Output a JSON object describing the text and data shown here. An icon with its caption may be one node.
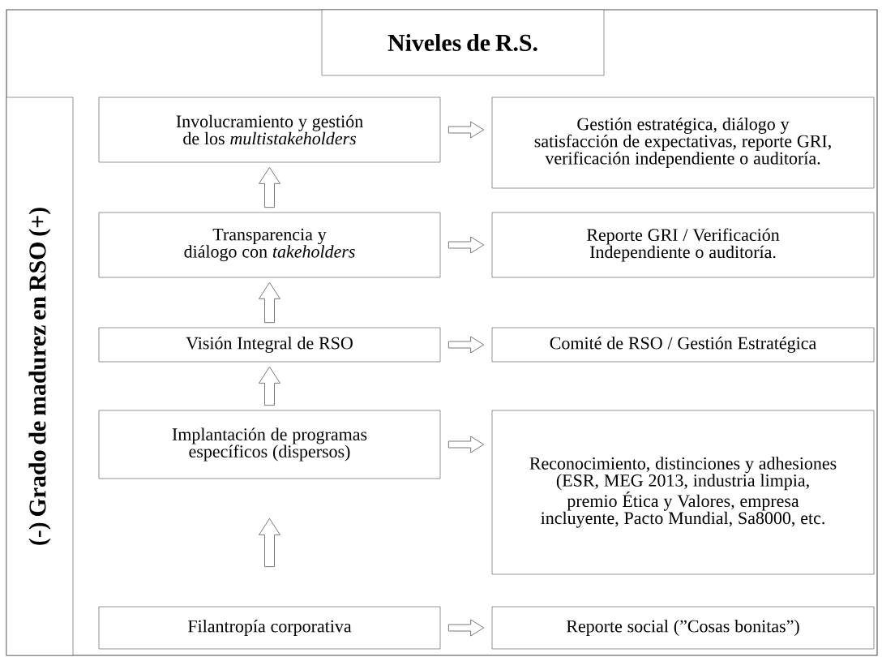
{
  "diagram": {
    "nodes": [
      {
        "text": [
          "Niveles de R.S."
        ]
      },
      {
        "text": [
          "(-) Grado de madurez en RSO (+)"
        ]
      },
      {
        "text": [
          "Involucramiento y gestión de los *multistakeholders*"
        ]
      },
      {
        "text": [
          "Gestión estratégica, diálogo y satisfacción de expectativas, reporte GRI, verificación independiente o auditoría."
        ]
      },
      {
        "text": [
          "Transparencia y diálogo con *takeholders*"
        ]
      },
      {
        "text": [
          "Reporte GRI / Verificación Independiente o auditoría."
        ]
      },
      {
        "text": [
          "Visión Integral de RSO"
        ]
      },
      {
        "text": [
          "Comité de RSO / Gestión Estratégica"
        ]
      },
      {
        "text": [
          "Implantación de programas específicos (dispersos)"
        ]
      },
      {
        "text": [
          "Reconocimiento, distinciones y adhesiones (ESR, MEG 2013, industria limpia, premio Ética y Valores, empresa incluyente, Pacto Mundial, Sa8000, etc."
        ]
      },
      {
        "text": [
          "Filantropía corporativa"
        ]
      },
      {
        "text": [
          "Reporte social (”Cosas bonitas”)"
        ]
      }
    ],
    "edges": [
      {
        "from": 2,
        "to": 3,
        "arrow": "to"
      },
      {
        "from": 4,
        "to": 2,
        "arrow": "to"
      },
      {
        "from": 4,
        "to": 5,
        "arrow": "to"
      },
      {
        "from": 6,
        "to": 4,
        "arrow": "to"
      },
      {
        "from": 6,
        "to": 7,
        "arrow": "to"
      },
      {
        "from": 8,
        "to": 6,
        "arrow": "to"
      },
      {
        "from": 8,
        "to": 9,
        "arrow": "to"
      },
      {
        "from": 10,
        "to": 8,
        "arrow": "to"
      },
      {
        "from": 10,
        "to": 11,
        "arrow": "to"
      }
    ]
  }
}
